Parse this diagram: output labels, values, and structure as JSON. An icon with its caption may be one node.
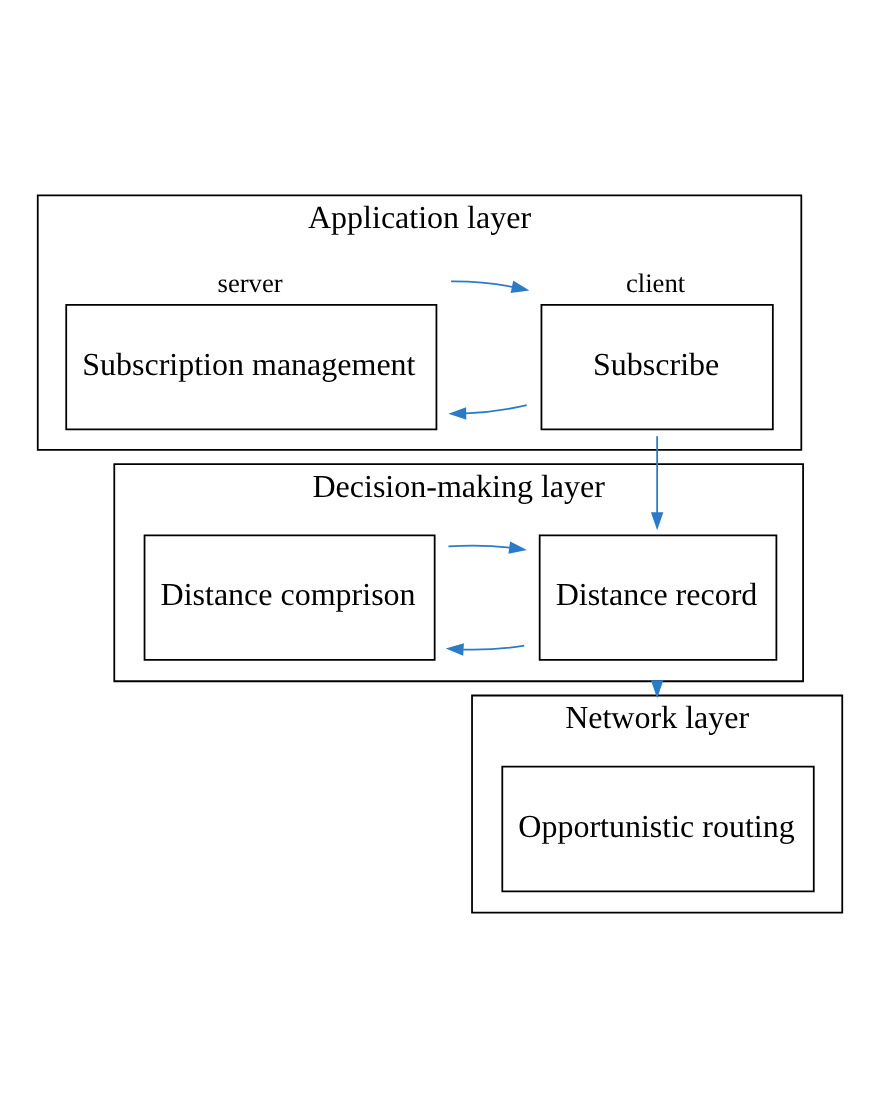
{
  "diagram": {
    "nodes": [
      {
        "text": [
          "Application layer"
        ]
      },
      {
        "text": [
          "Subscribe"
        ],
        "in": 0,
        "beside": [
          "client"
        ]
      },
      {
        "text": [
          "Subscription management"
        ],
        "in": 0,
        "beside": [
          "server"
        ]
      },
      {
        "text": [
          "Decision-making layer"
        ]
      },
      {
        "text": [
          "Distance record"
        ],
        "in": 3
      },
      {
        "text": [
          "Distance comprison"
        ],
        "in": 3
      },
      {
        "text": [
          "Network layer"
        ]
      },
      {
        "text": [
          "Opportunistic routing"
        ],
        "in": 6
      }
    ],
    "edges": [
      {
        "from": 1,
        "to": 2,
        "arrow": "to"
      },
      {
        "from": 2,
        "to": 1,
        "arrow": "to"
      },
      {
        "from": 1,
        "to": 4,
        "arrow": "to"
      },
      {
        "from": 4,
        "to": 5,
        "arrow": "to"
      },
      {
        "from": 5,
        "to": 4,
        "arrow": "to"
      },
      {
        "from": 3,
        "to": 6,
        "arrow": "to"
      }
    ]
  }
}
